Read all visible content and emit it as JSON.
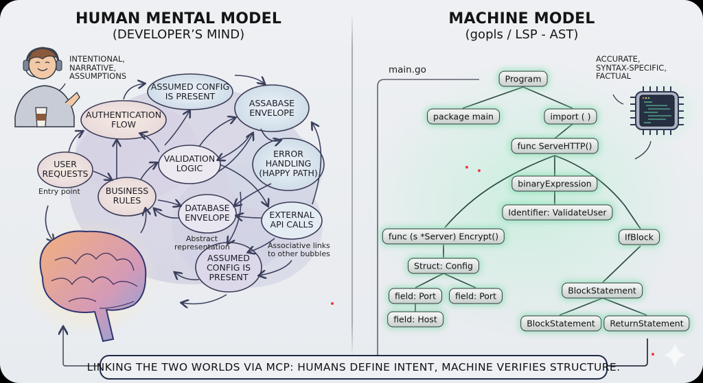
{
  "left_panel": {
    "title": "HUMAN MENTAL MODEL",
    "subtitle": "(DEVELOPER’S MIND)",
    "person_caption": [
      "INTENTIONAL,",
      "NARRATIVE,",
      "ASSUMPTIONS"
    ],
    "bubbles": {
      "assumed_config_top": [
        "ASSUMED CONFIG",
        "IS PRESENT"
      ],
      "authentication_flow": [
        "AUTHENTICATION",
        "FLOW"
      ],
      "assabase_envelope": [
        "ASSABASE",
        "ENVELOPE"
      ],
      "user_requests": [
        "USER",
        "REQUESTS"
      ],
      "validation_logic": [
        "VALIDATION",
        "LOGIC"
      ],
      "error_handling": [
        "ERROR",
        "HANDLING",
        "(HAPPY PATH)"
      ],
      "business_rules": [
        "BUSINESS",
        "RULES"
      ],
      "database_envelope": [
        "DATABASE",
        "ENVELOPE"
      ],
      "external_api_calls": [
        "EXTERNAL",
        "API CALLS"
      ],
      "assumed_config_bottom": [
        "ASSUMED",
        "CONFIG IS",
        "PRESENT"
      ]
    },
    "notes": {
      "entry_point": "Entry point",
      "abstract_representation": [
        "Abstract",
        "representation"
      ],
      "associative_links": [
        "Associative links",
        "to other bubbles"
      ]
    },
    "icons": [
      "developer-avatar-icon",
      "headset-icon",
      "coffee-cup-icon",
      "brain-icon"
    ]
  },
  "right_panel": {
    "title": "MACHINE MODEL",
    "subtitle": "(gopls / LSP - AST)",
    "file_label": "main.go",
    "chip_caption": [
      "ACCURATE,",
      "SYNTAX-SPECIFIC,",
      "FACTUAL"
    ],
    "icons": [
      "cpu-chip-icon",
      "code-screen-icon"
    ],
    "tree_nodes": {
      "program": "Program",
      "package_main": "package main",
      "import": "import ( )",
      "serve_http": "func ServeHTTP()",
      "binary_expression": "binaryExpression",
      "identifier": "Identifier: ValidateUser",
      "encrypt": "func (s *Server) Encrypt()",
      "if_block": "IfBlock",
      "struct_config": "Struct: Config",
      "field_port_1": "field: Port",
      "field_port_2": "field: Port",
      "field_host": "field: Host",
      "block_statement": "BlockStatement",
      "block_statement_child": "BlockStatement",
      "return_statement": "ReturnStatement"
    }
  },
  "banner": {
    "text": "LINKING THE TWO WORLDS VIA MCP: HUMANS DEFINE INTENT, MACHINE VERIFIES STRUCTURE."
  },
  "colors": {
    "background": "#eceef2",
    "node_glow": "#78dcaa",
    "node_border": "#2c3b38",
    "arrow": "#3a3f5c",
    "banner_border": "#1f2a44"
  }
}
